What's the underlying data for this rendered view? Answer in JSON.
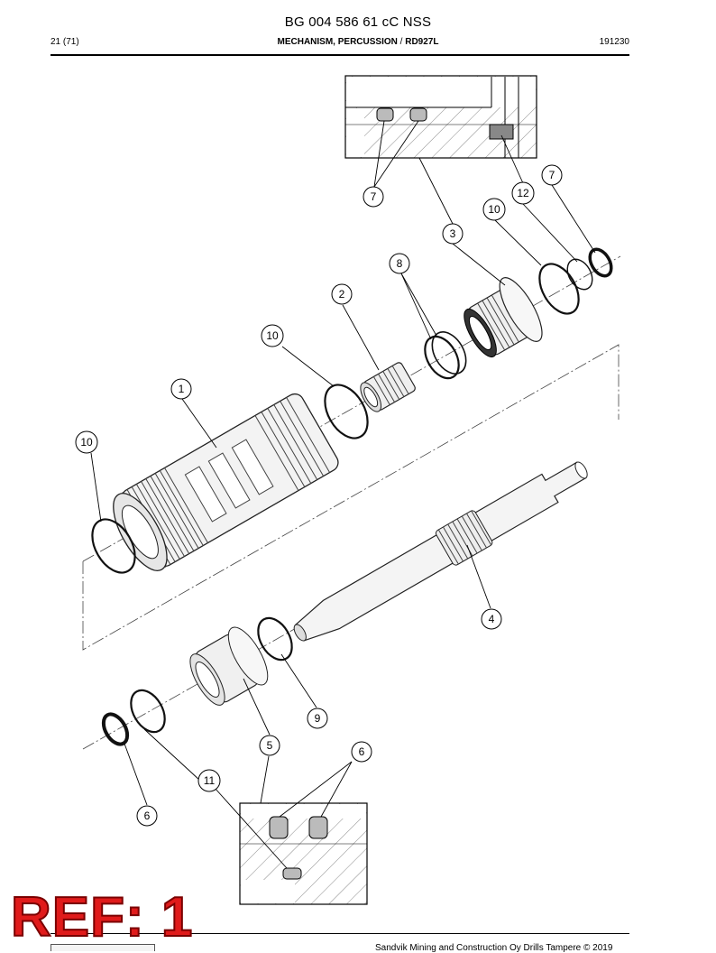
{
  "document": {
    "number": "BG 004 586 61 cC NSS",
    "page": "21 (71)",
    "section": "MECHANISM, PERCUSSION",
    "model": "RD927L",
    "date_code": "191230",
    "footer": "Sandvik Mining and Construction Oy Drills Tampere © 2019"
  },
  "stamp": {
    "text": "REF: 1",
    "color": "#e01b1b"
  },
  "callouts": {
    "c1": "1",
    "c2": "2",
    "c3": "3",
    "c4": "4",
    "c5": "5",
    "c6a": "6",
    "c6b": "6",
    "c7a": "7",
    "c7b": "7",
    "c8": "8",
    "c9": "9",
    "c10a": "10",
    "c10b": "10",
    "c10c": "10",
    "c11": "11",
    "c12": "12"
  }
}
